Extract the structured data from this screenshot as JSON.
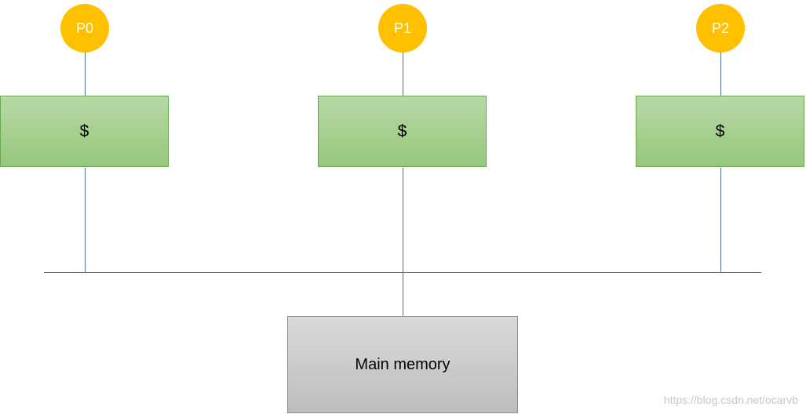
{
  "processors": [
    {
      "label": "P0",
      "cache_label": "$"
    },
    {
      "label": "P1",
      "cache_label": "$"
    },
    {
      "label": "P2",
      "cache_label": "$"
    }
  ],
  "memory": {
    "label": "Main memory"
  },
  "watermark": "https://blog.csdn.net/ocarvb",
  "colors": {
    "processor": "#ffc000",
    "cache": "#a4cf8d",
    "memory": "#cccccc",
    "bus_line": "#4a6fa5"
  }
}
